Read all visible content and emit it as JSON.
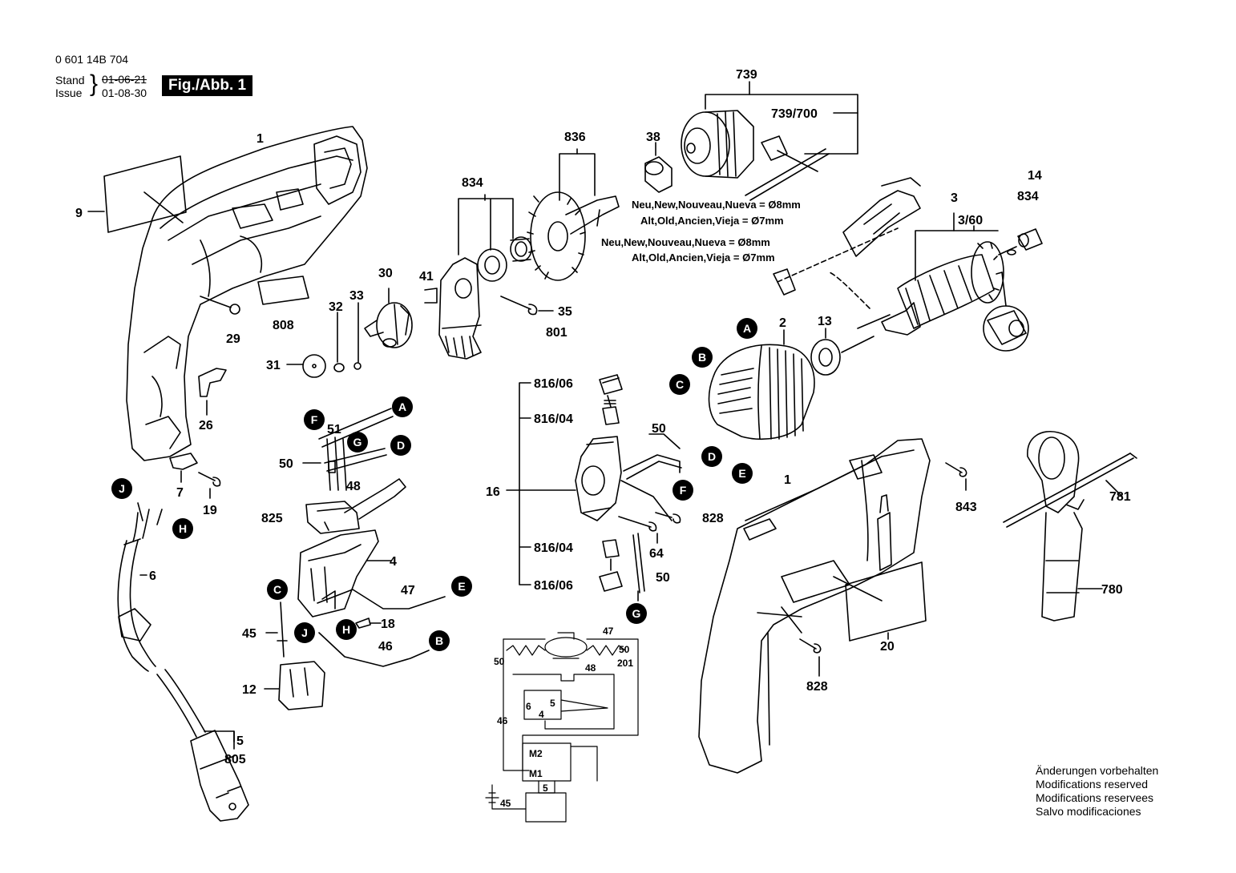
{
  "header": {
    "part_number": "0 601 14B 704",
    "stand_label": "Stand",
    "issue_label": "Issue",
    "stand_date": "01-06-21",
    "issue_date": "01-08-30",
    "figure_label": "Fig./Abb. 1"
  },
  "notes": {
    "new_chuck_1": "Neu,New,Nouveau,Nueva = Ø8mm",
    "old_chuck_1": "Alt,Old,Ancien,Vieja = Ø7mm",
    "new_chuck_2": "Neu,New,Nouveau,Nueva = Ø8mm",
    "old_chuck_2": "Alt,Old,Ancien,Vieja = Ø7mm"
  },
  "disclaimer": [
    "Änderungen vorbehalten",
    "Modifications reserved",
    "Modifications reservees",
    "Salvo modificaciones"
  ],
  "part_labels": {
    "p1a": "1",
    "p9": "9",
    "p29": "29",
    "p808": "808",
    "p26": "26",
    "p7": "7",
    "p19": "19",
    "p6": "6",
    "p5": "5",
    "p805": "805",
    "p30": "30",
    "p32": "32",
    "p33": "33",
    "p31": "31",
    "p41": "41",
    "p834a": "834",
    "p35": "35",
    "p801": "801",
    "p836": "836",
    "p38": "38",
    "p739": "739",
    "p739_700": "739/700",
    "p14": "14",
    "p834b": "834",
    "p3": "3",
    "p3_60": "3/60",
    "p2": "2",
    "p13": "13",
    "p51": "51",
    "p50a": "50",
    "p48": "48",
    "p825": "825",
    "p4": "4",
    "p47a": "47",
    "p18": "18",
    "p45a": "45",
    "p46a": "46",
    "p12": "12",
    "p816_06a": "816/06",
    "p816_04a": "816/04",
    "p16": "16",
    "p816_04b": "816/04",
    "p816_06b": "816/06",
    "p50b": "50",
    "p828a": "828",
    "p64": "64",
    "p50c": "50",
    "p1b": "1",
    "p843": "843",
    "p828b": "828",
    "p20": "20",
    "p781": "781",
    "p780": "780"
  },
  "connectors": {
    "A1": "A",
    "B1": "B",
    "C1": "C",
    "D1": "D",
    "E1": "E",
    "F1": "F",
    "G1": "G",
    "J1": "J",
    "H1": "H",
    "A2": "A",
    "F2": "F",
    "G2": "G",
    "D2": "D",
    "E2": "E",
    "C2": "C",
    "J2": "J",
    "H2": "H",
    "B2": "B"
  },
  "circuit": {
    "l47": "47",
    "l50a": "50",
    "l201": "201",
    "l50b": "50",
    "l48": "48",
    "l6": "6",
    "l5": "5",
    "l4": "4",
    "l46": "46",
    "lM2": "M2",
    "lM1": "M1",
    "l5b": "5",
    "l45": "45"
  }
}
